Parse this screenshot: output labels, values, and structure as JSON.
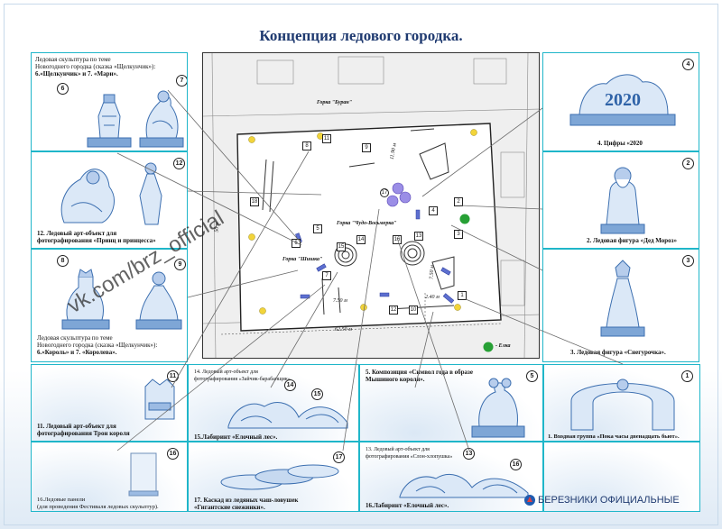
{
  "title": "Концепция ледового городка.",
  "watermark": "vk.com/brz_official",
  "brand": "БЕРЕЗНИКИ ОФИЦИАЛЬНЫЕ",
  "colors": {
    "panel_border": "#1fb6c9",
    "title": "#1f3a70",
    "ice": "#7ea6d6",
    "yellow_marker": "#f2d43a",
    "green_marker": "#27a035"
  },
  "panels": {
    "p6_7": {
      "caption_a": "Ледовая скульптура по теме",
      "caption_b": "Новогоднего городка (сказка «Щелкунчик»):",
      "caption_c": "6.«Щелкунчик» и 7. «Мари».",
      "num_a": "6",
      "num_b": "7"
    },
    "p12": {
      "caption_a": "12. Ледовый арт-объект для",
      "caption_b": "фотографирования «Принц и принцесса»",
      "num": "12"
    },
    "p8_9": {
      "caption_a": "Ледовая скульптура по теме",
      "caption_b": "Новогоднего городка (сказка «Щелкунчик»):",
      "caption_c": "6.«Король» и 7. «Королева».",
      "num_a": "8",
      "num_b": "9"
    },
    "p4": {
      "caption": "4. Цифры «2020",
      "num": "4",
      "figure_text": "2020"
    },
    "p2": {
      "caption": "2. Ледовая фигура «Дед Мороз»",
      "num": "2"
    },
    "p3": {
      "caption": "3. Ледовая фигура «Снегурочка».",
      "num": "3"
    },
    "p11": {
      "caption_a": "11. Ледовый арт-объект для",
      "caption_b": "фотографирования Трон короля",
      "num": "11"
    },
    "p14_15": {
      "caption_top_a": "14. Ледовый арт-объект для",
      "caption_top_b": "фотографирования «Зайчик-барабанщик»",
      "caption": "15.Лабиринт «Елочный лес».",
      "num_a": "14",
      "num_b": "15"
    },
    "p5": {
      "caption_a": "5. Композиция «Символ года в образе",
      "caption_b": "Мышиного короля».",
      "num": "5"
    },
    "p1": {
      "caption": "1. Входная группа «Пока часы двенадцать бьют».",
      "num": "1"
    },
    "p16": {
      "caption_a": "16.Ледовые панели",
      "caption_b": "(для проведения Фестиваля ледовых скульптур).",
      "num": "16"
    },
    "p17": {
      "caption_a": "17. Каскад из ледяных чаш-ловушек",
      "caption_b": "«Гигантские снежинки».",
      "num": "17"
    },
    "p13_16": {
      "caption_top_a": "13. Ледовый арт-объект для",
      "caption_top_b": "фотографирования «Слон-хлопушка»",
      "caption": "16.Лабиринт «Елочный лес».",
      "num_a": "13",
      "num_b": "16"
    }
  },
  "map": {
    "labels": {
      "buran": "Горка \"Буран\"",
      "chudo": "Горка \"Чудо-Восьмерка\"",
      "shishka": "Горка \"Шишка\"",
      "elka": "- Елка",
      "dim1": "11.90 м",
      "dim2": "7.50 м",
      "dim3": "2.40 м",
      "dim4": "62.50 м",
      "dim5": "50 м",
      "dim6": "7.50 м"
    },
    "markers": [
      "1",
      "2",
      "3",
      "4",
      "5",
      "6",
      "7",
      "8",
      "9",
      "10",
      "11",
      "12",
      "13",
      "14",
      "15",
      "16",
      "17",
      "18"
    ]
  }
}
